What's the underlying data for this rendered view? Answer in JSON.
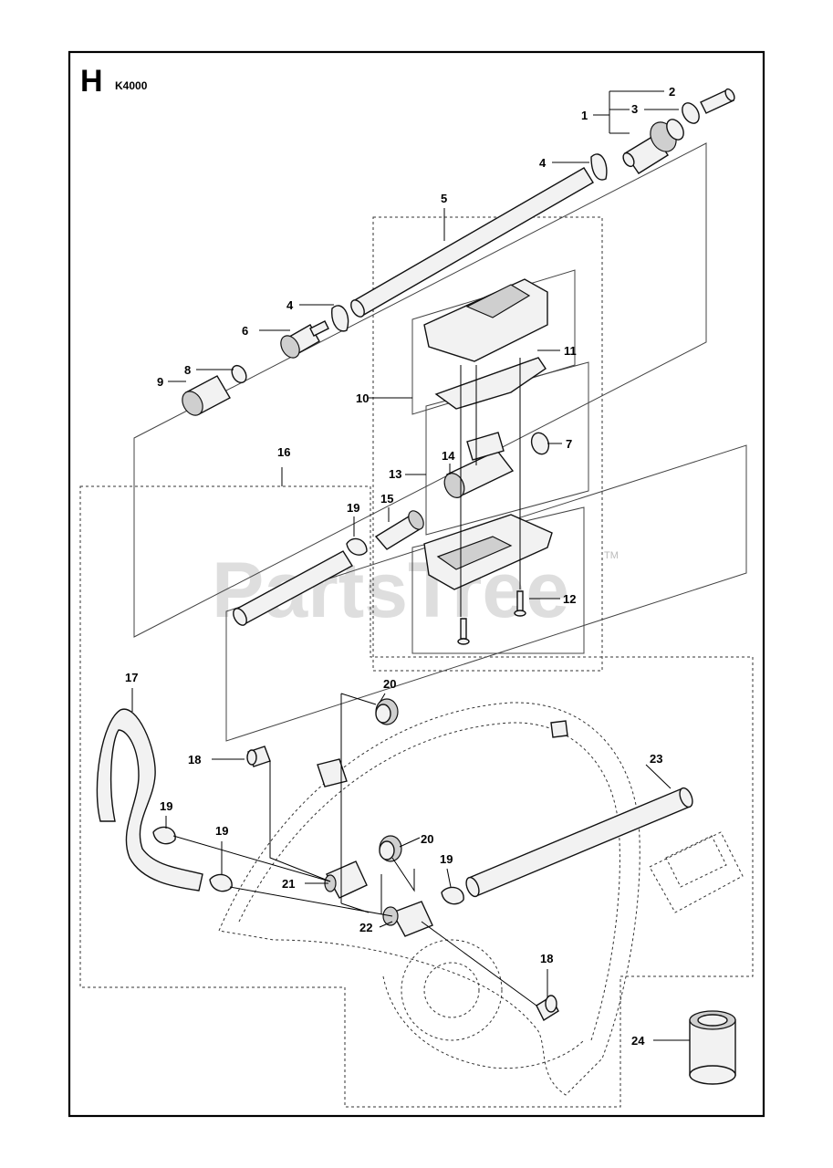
{
  "header": {
    "section_letter": "H",
    "model": "K4000"
  },
  "watermark": {
    "text": "PartsTree",
    "mark": "TM"
  },
  "callouts": {
    "c1": "1",
    "c2": "2",
    "c3": "3",
    "c4a": "4",
    "c4b": "4",
    "c5": "5",
    "c6": "6",
    "c7": "7",
    "c8": "8",
    "c9": "9",
    "c10": "10",
    "c11": "11",
    "c12": "12",
    "c13": "13",
    "c14": "14",
    "c15": "15",
    "c16": "16",
    "c17": "17",
    "c18a": "18",
    "c18b": "18",
    "c19a": "19",
    "c19b": "19",
    "c19c": "19",
    "c19d": "19",
    "c20a": "20",
    "c20b": "20",
    "c21": "21",
    "c22": "22",
    "c23": "23",
    "c24": "24"
  }
}
